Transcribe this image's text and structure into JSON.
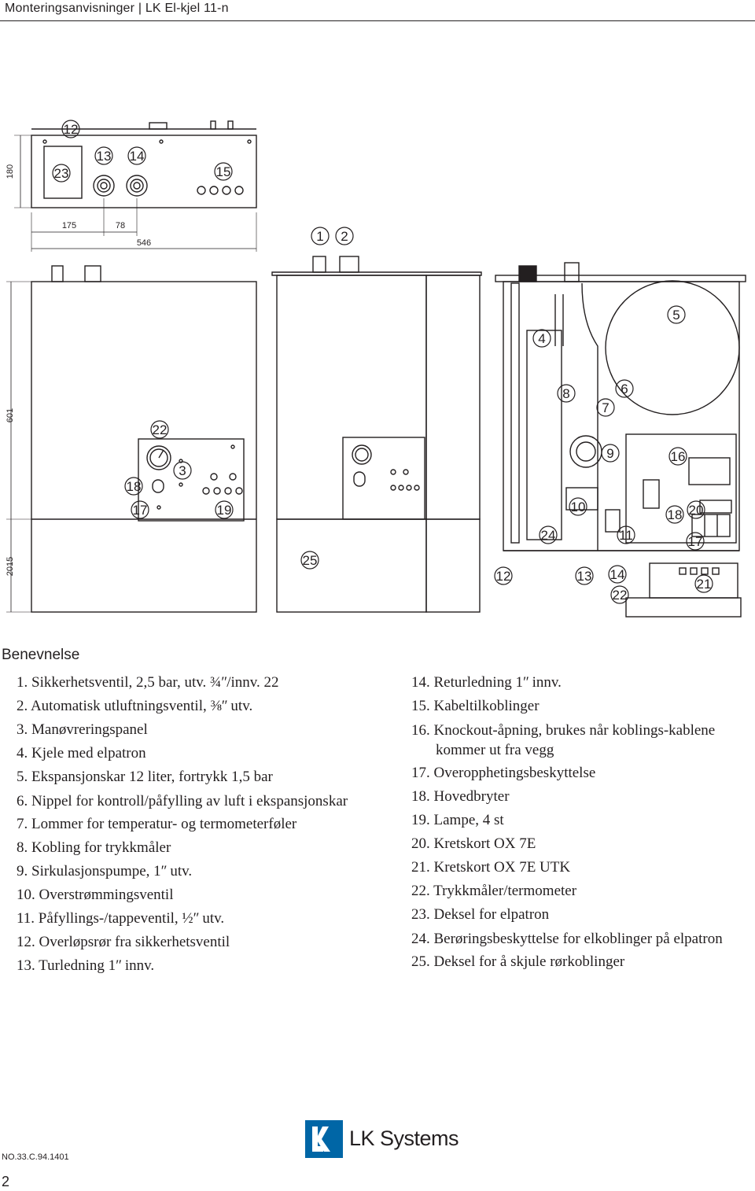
{
  "header": {
    "title": "Monteringsanvisninger | LK El-kjel 11-n"
  },
  "drawing": {
    "dimensions": {
      "depth": "180",
      "height": "601",
      "total_height": "2015",
      "width": "546",
      "offset_a": "175",
      "offset_b": "78"
    },
    "callouts": {
      "top_view": [
        "12",
        "23",
        "13",
        "14",
        "15"
      ],
      "front_view": [
        "22",
        "3",
        "18",
        "17",
        "19"
      ],
      "side_view": [
        "1",
        "2",
        "25"
      ],
      "open_view": [
        "5",
        "4",
        "8",
        "6",
        "7",
        "9",
        "16",
        "10",
        "18",
        "20",
        "24",
        "11",
        "17",
        "12",
        "13",
        "14",
        "22",
        "21"
      ]
    }
  },
  "legend": {
    "title": "Benevnelse",
    "left": [
      {
        "num": "1.",
        "text": "Sikkerhetsventil, 2,5 bar, utv. ¾ʺ/innv. 22"
      },
      {
        "num": "2.",
        "text": "Automatisk utluftningsventil, ⅜ʺ utv."
      },
      {
        "num": "3.",
        "text": "Manøvreringspanel"
      },
      {
        "num": "4.",
        "text": "Kjele med elpatron"
      },
      {
        "num": "5.",
        "text": "Ekspansjonskar 12 liter, fortrykk 1,5 bar"
      },
      {
        "num": "6.",
        "text": "Nippel for kontroll/påfylling av luft i ekspansjonskar"
      },
      {
        "num": "7.",
        "text": "Lommer for temperatur- og termometerføler"
      },
      {
        "num": "8.",
        "text": "Kobling for trykkmåler"
      },
      {
        "num": "9.",
        "text": "Sirkulasjonspumpe, 1ʺ utv."
      },
      {
        "num": "10.",
        "text": "Overstrømmingsventil"
      },
      {
        "num": "11.",
        "text": "Påfyllings-/tappeventil, ½ʺ utv."
      },
      {
        "num": "12.",
        "text": "Overløpsrør fra sikkerhetsventil"
      },
      {
        "num": "13.",
        "text": "Turledning 1ʺ innv."
      }
    ],
    "right": [
      {
        "num": "14.",
        "text": "Returledning 1ʺ innv."
      },
      {
        "num": "15.",
        "text": "Kabeltilkoblinger"
      },
      {
        "num": "16.",
        "text": "Knockout-åpning, brukes når koblings-kablene kommer ut fra vegg"
      },
      {
        "num": "17.",
        "text": "Overopphetingsbeskyttelse"
      },
      {
        "num": "18.",
        "text": "Hovedbryter"
      },
      {
        "num": "19.",
        "text": "Lampe, 4 st"
      },
      {
        "num": "20.",
        "text": "Kretskort OX 7E"
      },
      {
        "num": "21.",
        "text": "Kretskort OX 7E UTK"
      },
      {
        "num": "22.",
        "text": "Trykkmåler/termometer"
      },
      {
        "num": "23.",
        "text": "Deksel for elpatron"
      },
      {
        "num": "24.",
        "text": "Berøringsbeskyttelse for elkoblinger på elpatron"
      },
      {
        "num": "25.",
        "text": "Deksel for å skjule rørkoblinger"
      }
    ]
  },
  "footer": {
    "brand": "LK Systems",
    "logo_letters": "LK",
    "doc_number": "NO.33.C.94.1401",
    "page": "2"
  }
}
